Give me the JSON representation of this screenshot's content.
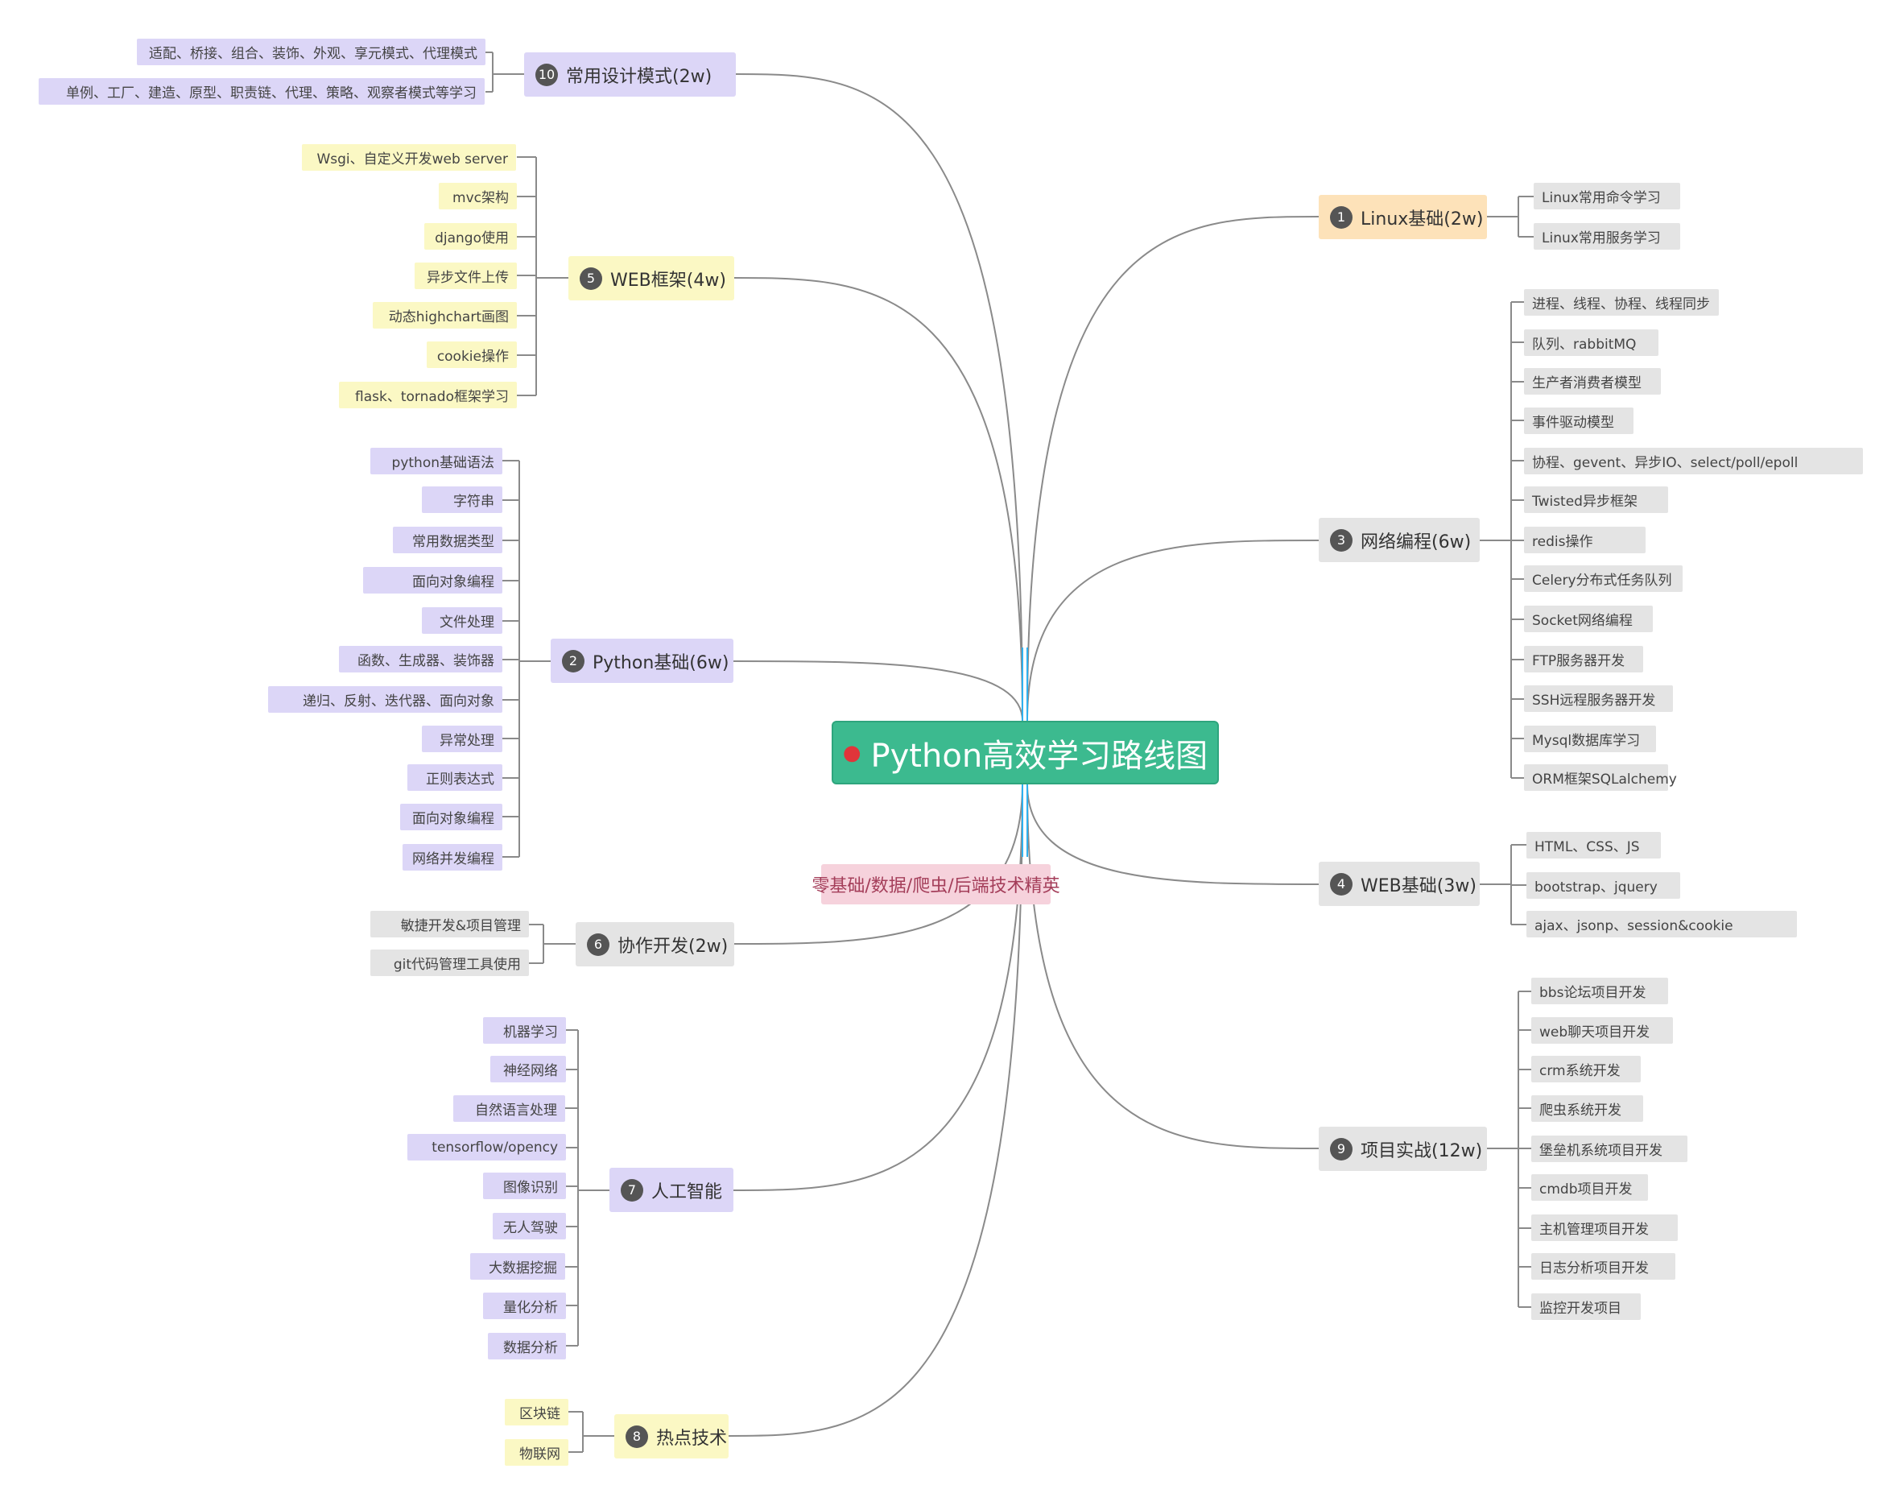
{
  "colors": {
    "root_bg": "#3cba8f",
    "link": "#8a8a8a",
    "link_accent": "#2fb0ee",
    "purple_fill": "#dcd6f7",
    "yellow_fill": "#fbf8c4",
    "gray_fill": "#e4e4e4",
    "orange_fill": "#fde2b9",
    "pink_fill": "#f6d2dc"
  },
  "root": {
    "label": "Python高效学习路线图",
    "icon": "pin-icon"
  },
  "sub_note": "零基础/数据/爬虫/后端技术精英",
  "branches": [
    {
      "num": "1",
      "label": "Linux基础(2w)",
      "fill": "#fde2b9",
      "leaves": [
        "Linux常用命令学习",
        "Linux常用服务学习"
      ]
    },
    {
      "num": "2",
      "label": "Python基础(6w)",
      "fill": "#dcd6f7",
      "leaves": [
        "python基础语法",
        "字符串",
        "常用数据类型",
        "面向对象编程",
        "文件处理",
        "函数、生成器、装饰器",
        "递归、反射、迭代器、面向对象",
        "异常处理",
        "正则表达式",
        "面向对象编程",
        "网络并发编程"
      ]
    },
    {
      "num": "3",
      "label": "网络编程(6w)",
      "fill": "#e4e4e4",
      "leaves": [
        "进程、线程、协程、线程同步",
        "队列、rabbitMQ",
        "生产者消费者模型",
        "事件驱动模型",
        "协程、gevent、异步IO、select/poll/epoll",
        "Twisted异步框架",
        "redis操作",
        "Celery分布式任务队列",
        "Socket网络编程",
        "FTP服务器开发",
        "SSH远程服务器开发",
        "Mysql数据库学习",
        "ORM框架SQLalchemy"
      ]
    },
    {
      "num": "4",
      "label": "WEB基础(3w)",
      "fill": "#e4e4e4",
      "leaves": [
        "HTML、CSS、JS",
        "bootstrap、jquery",
        "ajax、jsonp、session&cookie"
      ]
    },
    {
      "num": "5",
      "label": "WEB框架(4w)",
      "fill": "#fbf8c4",
      "leaves": [
        "Wsgi、自定义开发web server",
        "mvc架构",
        "django使用",
        "异步文件上传",
        "动态highchart画图",
        "cookie操作",
        "flask、tornado框架学习"
      ]
    },
    {
      "num": "6",
      "label": "协作开发(2w)",
      "fill": "#e4e4e4",
      "leaves": [
        "敏捷开发&项目管理",
        "git代码管理工具使用"
      ]
    },
    {
      "num": "7",
      "label": "人工智能",
      "fill": "#dcd6f7",
      "leaves": [
        "机器学习",
        "神经网络",
        "自然语言处理",
        "tensorflow/opency",
        "图像识别",
        "无人驾驶",
        "大数据挖掘",
        "量化分析",
        "数据分析"
      ]
    },
    {
      "num": "8",
      "label": "热点技术",
      "fill": "#fbf8c4",
      "leaves": [
        "区块链",
        "物联网"
      ]
    },
    {
      "num": "9",
      "label": "项目实战(12w)",
      "fill": "#e4e4e4",
      "leaves": [
        "bbs论坛项目开发",
        "web聊天项目开发",
        "crm系统开发",
        "爬虫系统开发",
        "堡垒机系统项目开发",
        "cmdb项目开发",
        "主机管理项目开发",
        "日志分析项目开发",
        "监控开发项目"
      ]
    },
    {
      "num": "10",
      "label": "常用设计模式(2w)",
      "fill": "#dcd6f7",
      "leaves": [
        "适配、桥接、组合、装饰、外观、享元模式、代理模式",
        "单例、工厂、建造、原型、职责链、代理、策略、观察者模式等学习"
      ]
    }
  ]
}
